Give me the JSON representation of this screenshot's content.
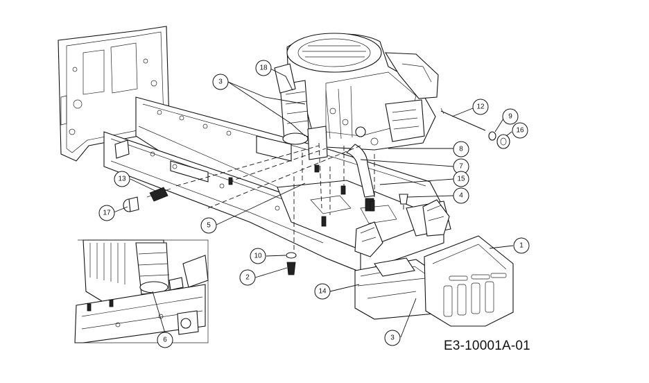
{
  "drawing_code": "E3-10001A-01",
  "callouts": [
    {
      "id": "c-18",
      "label": "18"
    },
    {
      "id": "c-3a",
      "label": "3"
    },
    {
      "id": "c-12",
      "label": "12"
    },
    {
      "id": "c-9",
      "label": "9"
    },
    {
      "id": "c-16",
      "label": "16"
    },
    {
      "id": "c-8",
      "label": "8"
    },
    {
      "id": "c-7",
      "label": "7"
    },
    {
      "id": "c-15",
      "label": "15"
    },
    {
      "id": "c-4",
      "label": "4"
    },
    {
      "id": "c-13",
      "label": "13"
    },
    {
      "id": "c-17",
      "label": "17"
    },
    {
      "id": "c-5",
      "label": "5"
    },
    {
      "id": "c-1",
      "label": "1"
    },
    {
      "id": "c-10",
      "label": "10"
    },
    {
      "id": "c-2",
      "label": "2"
    },
    {
      "id": "c-14",
      "label": "14"
    },
    {
      "id": "c-3b",
      "label": "3"
    },
    {
      "id": "c-6",
      "label": "6"
    }
  ]
}
